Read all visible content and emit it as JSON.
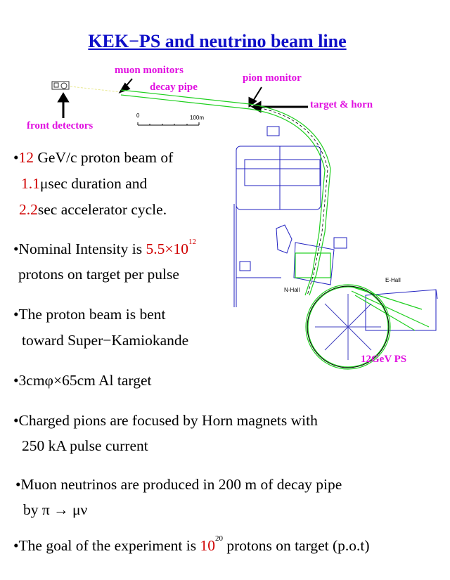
{
  "title": "KEK−PS and neutrino beam line",
  "map_labels": {
    "muon_monitors": "muon monitors",
    "decay_pipe": "decay pipe",
    "pion_monitor": "pion monitor",
    "target_horn": "target & horn",
    "front_detectors": "front detectors",
    "ps": "12GeV PS",
    "scale_0": "0",
    "scale_100": "100m",
    "n_hall": "N-Hall",
    "e_hall": "E-Hall"
  },
  "bullets": {
    "b1": {
      "bullet": "•",
      "v1": "12",
      "t1": " GeV/c proton beam of",
      "v2": "1.1",
      "t2": "μsec duration and",
      "v3": "2.2",
      "t3": "sec accelerator cycle."
    },
    "b2": {
      "t1": "•Nominal Intensity is ",
      "v1": "5.5×10",
      "exp": "12",
      "t2": "protons on target per pulse"
    },
    "b3": {
      "t1": "•The proton beam is bent",
      "t2": "toward Super−Kamiokande"
    },
    "b4": {
      "t1": "•3cmφ×65cm Al target"
    },
    "b5": {
      "t1": "•Charged pions are focused by Horn magnets with",
      "t2": "250 kA pulse current"
    },
    "b6": {
      "t1": "•Muon neutrinos are produced in 200 m of decay pipe",
      "t2": "by π → μν"
    },
    "b7": {
      "t1": "•The goal of the experiment is ",
      "v1": "10",
      "exp": "20",
      "t2": " protons on target (p.o.t)"
    }
  }
}
